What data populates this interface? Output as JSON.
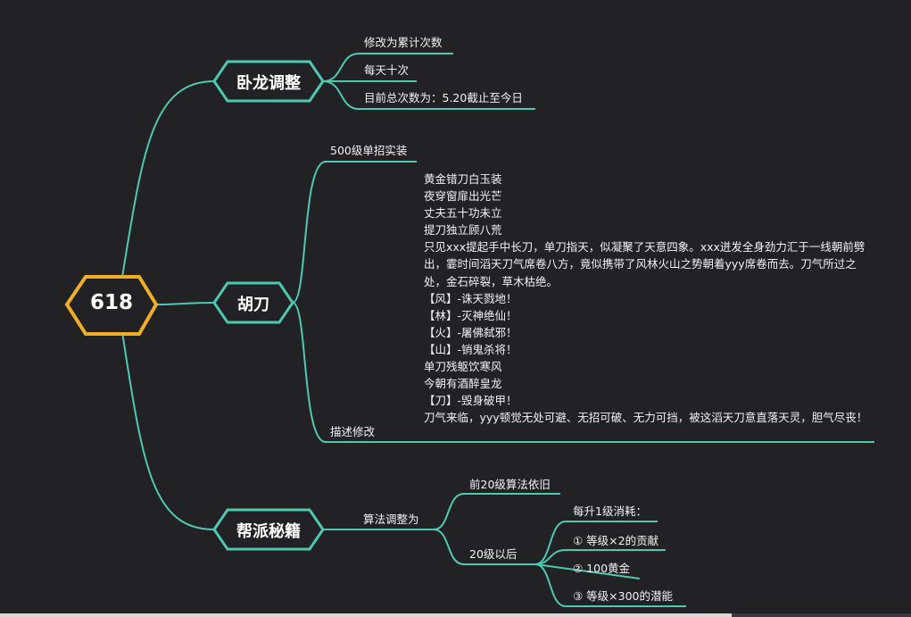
{
  "root": {
    "label": "618"
  },
  "colors": {
    "line": "#4ec9b0",
    "root_border": "#f0ad28",
    "background": "#222225"
  },
  "branches": [
    {
      "label": "卧龙调整",
      "children": [
        "修改为累计次数",
        "每天十次",
        "目前总次数为：5.20截止至今日"
      ]
    },
    {
      "label": "胡刀",
      "children": [
        {
          "label": "500级单招实装"
        },
        {
          "label": "描述修改",
          "text": "黄金错刀白玉装\n夜穿窗扉出光芒\n丈夫五十功未立\n提刀独立顾八荒\n只见xxx提起手中长刀，单刀指天，似凝聚了天意四象。xxx迸发全身劲力汇于一线朝前劈出，霎时间滔天刀气席卷八方，竟似携带了风林火山之势朝着yyy席卷而去。刀气所过之处，金石碎裂，草木枯绝。\n【风】-诛天戮地！\n【林】-灭神绝仙！\n【火】-屠佛弑邪！\n【山】-销鬼杀将！\n单刀残躯饮寒风\n今朝有酒醉皇龙\n【刀】-毁身破甲！\n刀气来临，yyy顿觉无处可避、无招可破、无力可挡，被这滔天刀意直落天灵，胆气尽丧！"
        }
      ]
    },
    {
      "label": "帮派秘籍",
      "child": {
        "label": "算法调整为",
        "children": [
          {
            "label": "前20级算法依旧"
          },
          {
            "label": "20级以后",
            "children": [
              "每升1级消耗：",
              "① 等级×2的贡献",
              "② 100黄金",
              "③ 等级×300的潜能"
            ]
          }
        ]
      }
    }
  ]
}
